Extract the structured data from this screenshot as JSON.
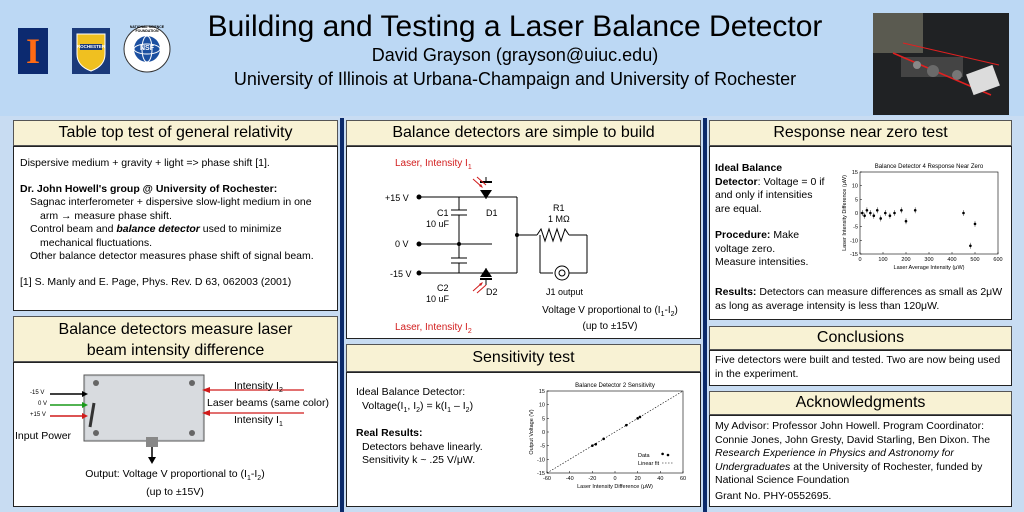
{
  "header": {
    "title": "Building and Testing a Laser Balance Detector",
    "author": "David Grayson (grayson@uiuc.edu)",
    "affiliation": "University of Illinois at Urbana-Champaign and University of Rochester",
    "logo_illinois_letter": "I",
    "logo_rochester_text": "ROCHESTER",
    "logo_nsf_text": "NATIONAL SCIENCE FOUNDATION",
    "logo_nsf_center": "NSF"
  },
  "panel_gr": {
    "title": "Table top test of general relativity",
    "line1": "Dispersive medium + gravity + light => phase shift [1].",
    "group": "Dr. John Howell's group @ University of Rochester:",
    "item1a": "Sagnac interferometer + dispersive slow-light medium in one",
    "item1b": "arm → measure phase shift.",
    "item2_pre": "Control beam and ",
    "item2_em": "balance detector",
    "item2_post": " used to minimize",
    "item2b": "mechanical fluctuations.",
    "item3": "Other balance detector measures phase shift of signal beam.",
    "ref": "[1] S. Manly and E. Page, Phys. Rev. D 63, 062003 (2001)"
  },
  "panel_measure": {
    "title_line1": "Balance detectors measure laser",
    "title_line2": "beam intensity difference",
    "wire_m15": "-15 V",
    "wire_0": "0 V",
    "wire_p15": "+15 V",
    "input_power": "Input Power",
    "intensity2": "Intensity I",
    "intensity2_sub": "2",
    "laser_beams": "Laser beams (same color)",
    "intensity1": "Intensity I",
    "intensity1_sub": "1",
    "output_line1": "Output: Voltage V proportional to (I",
    "output_line1_sub1": "1",
    "output_line1_mid": "-I",
    "output_line1_sub2": "2",
    "output_line1_end": ")",
    "output_line2": "(up to ±15V)"
  },
  "panel_simple": {
    "title": "Balance detectors are simple to build",
    "laser1": "Laser, Intensity I",
    "laser1_sub": "1",
    "laser2": "Laser, Intensity I",
    "laser2_sub": "2",
    "v_p15": "+15 V",
    "v_0": "0 V",
    "v_m15": "-15 V",
    "c1": "C1",
    "c1_val": "10 uF",
    "c2": "C2",
    "c2_val": "10 uF",
    "d1": "D1",
    "d2": "D2",
    "r1": "R1",
    "r1_val": "1 MΩ",
    "j1": "J1 output",
    "caption1_pre": "Voltage V proportional to (I",
    "caption1_sub1": "1",
    "caption1_mid": "-I",
    "caption1_sub2": "2",
    "caption1_end": ")",
    "caption2": "(up to ±15V)"
  },
  "panel_sensitivity": {
    "title": "Sensitivity test",
    "ideal": "Ideal Balance Detector:",
    "formula_pre": "Voltage(I",
    "formula_s1": "1",
    "formula_mid": ", I",
    "formula_s2": "2",
    "formula_eq": ") = k(I",
    "formula_s3": "1",
    "formula_minus": " – I",
    "formula_s4": "2",
    "formula_end": ")",
    "real": "Real Results:",
    "real1": "Detectors behave linearly.",
    "real2": "Sensitivity k ~ .25 V/μW."
  },
  "panel_zero": {
    "title": "Response near zero test",
    "ideal_bold": "Ideal Balance Detector",
    "ideal_rest": ": Voltage = 0 if and only if intensities are equal.",
    "proc_bold": "Procedure:",
    "proc_rest": " Make voltage zero.",
    "proc2": "Measure intensities.",
    "results_bold": "Results:",
    "results_rest": " Detectors can measure differences as small as 2μW as long as average intensity is less than 120μW."
  },
  "panel_conclusions": {
    "title": "Conclusions",
    "text": "Five detectors were built and tested.  Two are now being used in the experiment."
  },
  "panel_ack": {
    "title": "Acknowledgments",
    "text_pre": "My Advisor: Professor John Howell.  Program Coordinator: Connie Jones, John Gresty, David Starling, Ben Dixon.  The ",
    "text_em": "Research Experience in Physics and Astronomy for Undergraduates",
    "text_post": " at the University of Rochester, funded by National Science Foundation",
    "grant": "Grant No. PHY-0552695."
  },
  "chart_data": [
    {
      "type": "scatter",
      "title": "Balance Detector 2 Sensitivity",
      "xlabel": "Laser Intensity Difference (μW)",
      "ylabel": "Output Voltage (V)",
      "xlim": [
        -60,
        60
      ],
      "ylim": [
        -15,
        15
      ],
      "xticks": [
        -60,
        -40,
        -20,
        0,
        20,
        40,
        60
      ],
      "yticks": [
        -15,
        -10,
        -5,
        0,
        5,
        10,
        15
      ],
      "series": [
        {
          "name": "Data",
          "x": [
            -20,
            -17,
            -10,
            10,
            20,
            22,
            42
          ],
          "y": [
            -5,
            -4.5,
            -2.5,
            2.5,
            5,
            5.5,
            -8
          ]
        },
        {
          "name": "Linear fit",
          "x": [
            -60,
            60
          ],
          "y": [
            -15,
            15
          ]
        }
      ],
      "legend": "bottom-right"
    },
    {
      "type": "scatter",
      "title": "Balance Detector 4 Response Near Zero",
      "xlabel": "Laser Average Intensity (μW)",
      "ylabel": "Laser Intensity Difference (μW)",
      "xlim": [
        0,
        600
      ],
      "ylim": [
        -15,
        15
      ],
      "xticks": [
        0,
        100,
        200,
        300,
        400,
        500,
        600
      ],
      "yticks": [
        -15,
        -10,
        -5,
        0,
        5,
        10,
        15
      ],
      "series": [
        {
          "x": [
            10,
            20,
            30,
            45,
            60,
            75,
            90,
            110,
            130,
            150,
            180,
            200,
            240,
            450,
            480,
            500
          ],
          "y": [
            0,
            -1,
            1,
            0,
            -1,
            1,
            -2,
            0,
            -1,
            0,
            1,
            -3,
            1,
            0,
            -12,
            -4
          ]
        }
      ]
    }
  ]
}
